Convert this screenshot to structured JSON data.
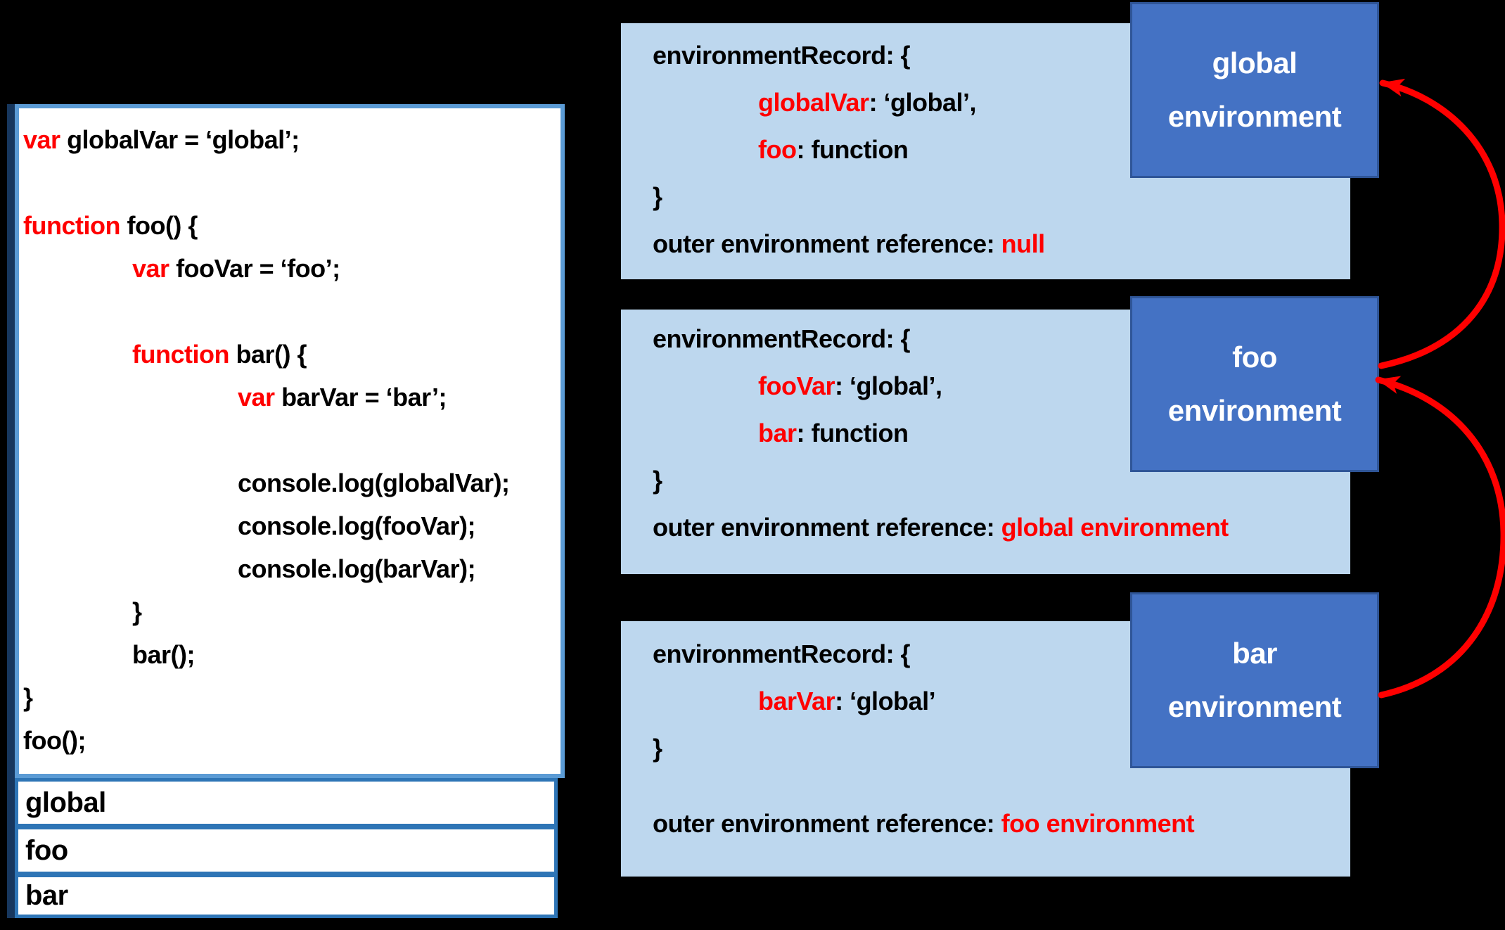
{
  "colors": {
    "background": "#000000",
    "code_border": "#5b9bd5",
    "left_edge_line": "#17375e",
    "output_row_border": "#2e75b6",
    "record_bg": "#bdd7ee",
    "env_bg": "#4472c4",
    "env_border": "#2f5597",
    "keyword_red": "#ff0000",
    "arrow_red": "#ff0000",
    "text_black": "#000000",
    "text_white": "#ffffff"
  },
  "code_panel": {
    "lines": [
      {
        "indent": 0,
        "segments": [
          {
            "text": "var ",
            "red": true
          },
          {
            "text": "globalVar = ‘global’;"
          }
        ]
      },
      {
        "indent": 0,
        "segments": []
      },
      {
        "indent": 0,
        "segments": [
          {
            "text": "function ",
            "red": true
          },
          {
            "text": "foo() {"
          }
        ]
      },
      {
        "indent": 1,
        "segments": [
          {
            "text": "var ",
            "red": true
          },
          {
            "text": "fooVar = ‘foo’;"
          }
        ]
      },
      {
        "indent": 0,
        "segments": []
      },
      {
        "indent": 1,
        "segments": [
          {
            "text": "function ",
            "red": true
          },
          {
            "text": "bar() {"
          }
        ]
      },
      {
        "indent": 2,
        "segments": [
          {
            "text": "var ",
            "red": true
          },
          {
            "text": "barVar = ‘bar’;"
          }
        ]
      },
      {
        "indent": 0,
        "segments": []
      },
      {
        "indent": 2,
        "segments": [
          {
            "text": "console.log(globalVar);"
          }
        ]
      },
      {
        "indent": 2,
        "segments": [
          {
            "text": "console.log(fooVar);"
          }
        ]
      },
      {
        "indent": 2,
        "segments": [
          {
            "text": "console.log(barVar);"
          }
        ]
      },
      {
        "indent": 1,
        "segments": [
          {
            "text": "}"
          }
        ]
      },
      {
        "indent": 1,
        "segments": [
          {
            "text": "bar();"
          }
        ]
      },
      {
        "indent": 0,
        "segments": [
          {
            "text": "}"
          }
        ]
      },
      {
        "indent": 0,
        "segments": [
          {
            "text": "foo();"
          }
        ]
      }
    ]
  },
  "console_output": {
    "rows": [
      {
        "label": "global"
      },
      {
        "label": "foo"
      },
      {
        "label": "bar"
      }
    ]
  },
  "environments": [
    {
      "id": "global-environment",
      "label_lines": [
        "global",
        "environment"
      ],
      "record_lines": [
        {
          "indent": 0,
          "segments": [
            {
              "text": "environmentRecord: {"
            }
          ]
        },
        {
          "indent": 1,
          "segments": [
            {
              "text": "globalVar",
              "red": true
            },
            {
              "text": ": ‘global’,"
            }
          ]
        },
        {
          "indent": 1,
          "segments": [
            {
              "text": "foo",
              "red": true
            },
            {
              "text": ": function"
            }
          ]
        },
        {
          "indent": 0,
          "segments": [
            {
              "text": "}"
            }
          ]
        },
        {
          "indent": 0,
          "segments": [
            {
              "text": "outer environment reference: "
            },
            {
              "text": "null",
              "red": true
            }
          ]
        }
      ]
    },
    {
      "id": "foo-environment",
      "label_lines": [
        "foo",
        "environment"
      ],
      "record_lines": [
        {
          "indent": 0,
          "segments": [
            {
              "text": "environmentRecord: {"
            }
          ]
        },
        {
          "indent": 1,
          "segments": [
            {
              "text": "fooVar",
              "red": true
            },
            {
              "text": ": ‘global’,"
            }
          ]
        },
        {
          "indent": 1,
          "segments": [
            {
              "text": "bar",
              "red": true
            },
            {
              "text": ": function"
            }
          ]
        },
        {
          "indent": 0,
          "segments": [
            {
              "text": "}"
            }
          ]
        },
        {
          "indent": 0,
          "segments": [
            {
              "text": "outer environment reference: "
            },
            {
              "text": "global environment",
              "red": true
            }
          ]
        }
      ]
    },
    {
      "id": "bar-environment",
      "label_lines": [
        "bar",
        "environment"
      ],
      "record_lines": [
        {
          "indent": 0,
          "segments": [
            {
              "text": "environmentRecord: {"
            }
          ]
        },
        {
          "indent": 1,
          "segments": [
            {
              "text": "barVar",
              "red": true
            },
            {
              "text": ": ‘global’"
            }
          ]
        },
        {
          "indent": 0,
          "segments": [
            {
              "text": "}"
            }
          ]
        },
        {
          "indent": 0,
          "segments": []
        },
        {
          "indent": 0,
          "segments": [
            {
              "text": "outer environment reference: "
            },
            {
              "text": "foo environment",
              "red": true
            }
          ]
        }
      ]
    }
  ],
  "arrows": [
    {
      "name": "foo-to-global-reference-arrow",
      "from": "foo environment",
      "to": "global environment"
    },
    {
      "name": "bar-to-foo-reference-arrow",
      "from": "bar environment",
      "to": "foo environment"
    }
  ]
}
